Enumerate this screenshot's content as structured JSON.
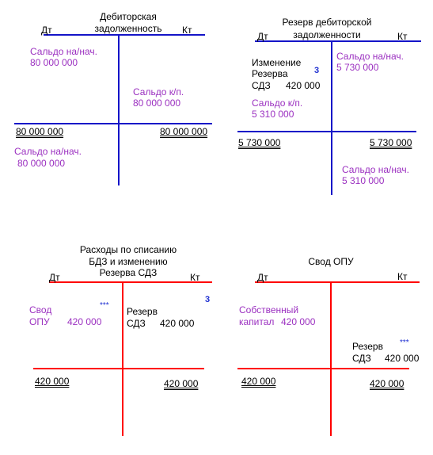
{
  "colors": {
    "blue": "#1414c8",
    "red": "#ff0000",
    "violet": "#9b30c0",
    "marker": "#1e2fd1"
  },
  "account1": {
    "title_1": "Дебиторская",
    "title_2": "задолженность",
    "debit": "Дт",
    "credit": "Кт",
    "open_label": "Сальдо на/нач.",
    "open_value": "80 000 000",
    "close_cr_label": "Сальдо к/п.",
    "close_cr_value": "80 000 000",
    "turnover_dt": "80 000 000",
    "turnover_kt": "80 000 000",
    "end_label": "Сальдо на/нач.",
    "end_value": "80 000 000"
  },
  "account2": {
    "title_1": "Резерв дебиторской",
    "title_2": "задолженности",
    "debit": "Дт",
    "credit": "Кт",
    "change_1": "Изменение",
    "change_2": "Резерва",
    "change_3": "СДЗ",
    "change_value": "420 000",
    "marker": "3",
    "open_label": "Сальдо на/нач.",
    "open_value": "5 730 000",
    "close_label": "Сальдо к/п.",
    "close_value": "5 310 000",
    "turnover_dt": "5 730 000",
    "turnover_kt": "5 730 000",
    "end_label": "Сальдо на/нач.",
    "end_value": "5 310 000"
  },
  "account3": {
    "title_1": "Расходы по списанию",
    "title_2": "БДЗ и изменению",
    "title_3": "Резерва СДЗ",
    "debit": "Дт",
    "credit": "Кт",
    "dt_1": "Свод",
    "dt_2": "ОПУ",
    "dt_value": "420 000",
    "stars": "***",
    "kt_1": "Резерв",
    "kt_2": "СДЗ",
    "kt_value": "420 000",
    "marker": "3",
    "turnover_dt": "420 000",
    "turnover_kt": "420 000"
  },
  "account4": {
    "title_1": "Свод ОПУ",
    "debit": "Дт",
    "credit": "Кт",
    "dt_1": "Собственный",
    "dt_2": "капитал",
    "dt_value": "420 000",
    "kt_1": "Резерв",
    "kt_2": "СДЗ",
    "kt_value": "420 000",
    "stars": "***",
    "turnover_dt": "420 000",
    "turnover_kt": "420 000"
  }
}
